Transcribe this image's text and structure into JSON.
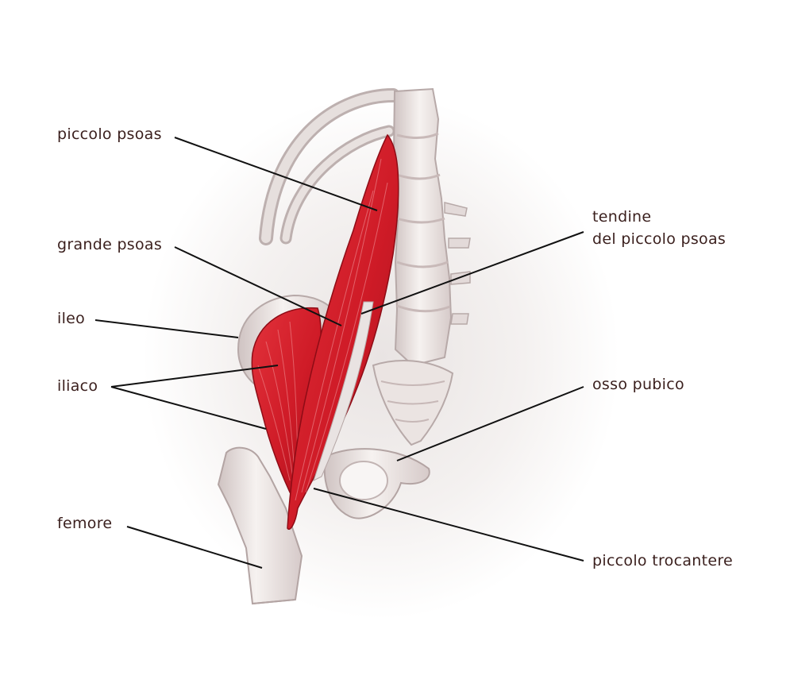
{
  "labels": {
    "piccolo_psoas": "piccolo psoas",
    "grande_psoas": "grande psoas",
    "ileo": "ileo",
    "iliaco": "iliaco",
    "femore": "femore",
    "tendine_line1": "tendine",
    "tendine_line2": "del piccolo psoas",
    "osso_pubico": "osso pubico",
    "piccolo_trocantere": "piccolo trocantere"
  },
  "colors": {
    "muscle": "#d21e2a",
    "muscle_dark": "#9c0f1a",
    "bone": "#efe9e6",
    "bone_shadow": "#b9a9a8",
    "leader": "#111111",
    "text": "#3a1f1d"
  }
}
